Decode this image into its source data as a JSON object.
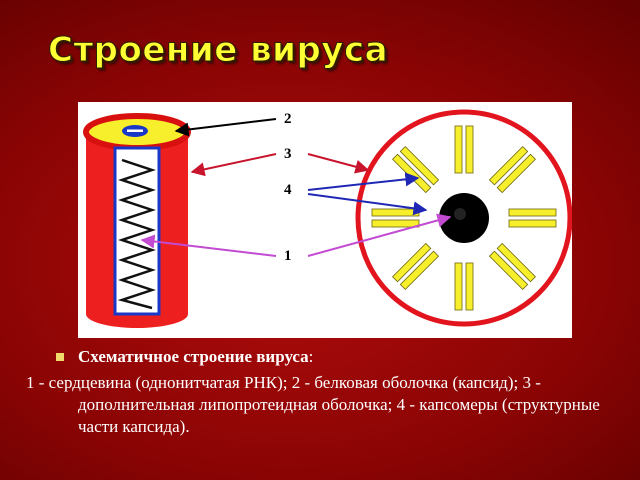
{
  "title": "Строение вируса",
  "diagram": {
    "labels": [
      "2",
      "3",
      "4",
      "1"
    ],
    "colors": {
      "envelope": "#ee1f1f",
      "capsid": "#f7ef2b",
      "core": "#000000",
      "pointer_dark": "#000000",
      "pointer_envelope": "#c8142d",
      "pointer_capsomere": "#1f28b5",
      "pointer_core": "#c24bd2"
    }
  },
  "caption": {
    "heading": "Схематичное строение вируса",
    "heading_suffix": ":",
    "body": "1 - сердцевина (однонитчатая РНК); 2 - белковая оболочка (капсид); 3 - дополнительная липопротеидная оболочка; 4 - капсомеры (структурные части капсида)."
  }
}
